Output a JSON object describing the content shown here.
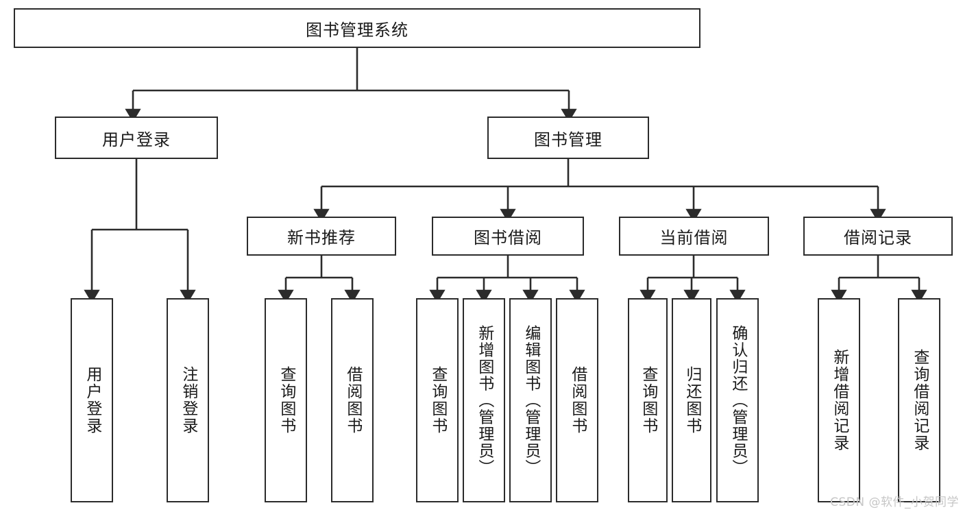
{
  "diagram": {
    "type": "tree-hierarchy-chart",
    "title": "图书管理系统",
    "watermark": "CSDN @软件_小贺同学",
    "colors": {
      "stroke": "#2b2b2b",
      "text": "#1a1a1a",
      "background": "#ffffff",
      "watermark": "#c6c6c6"
    },
    "root": {
      "label": "图书管理系统"
    },
    "level2": [
      {
        "label": "用户登录"
      },
      {
        "label": "图书管理"
      }
    ],
    "level3": [
      {
        "label": "新书推荐"
      },
      {
        "label": "图书借阅"
      },
      {
        "label": "当前借阅"
      },
      {
        "label": "借阅记录"
      }
    ],
    "leaves": {
      "user_login": [
        {
          "label": "用户登录"
        },
        {
          "label": "注销登录"
        }
      ],
      "new_book": [
        {
          "label": "查询图书"
        },
        {
          "label": "借阅图书"
        }
      ],
      "book_borrow": [
        {
          "label": "查询图书"
        },
        {
          "label": "新增图书（管理员）"
        },
        {
          "label": "编辑图书（管理员）"
        },
        {
          "label": "借阅图书"
        }
      ],
      "current_borrow": [
        {
          "label": "查询图书"
        },
        {
          "label": "归还图书"
        },
        {
          "label": "确认归还（管理员）"
        }
      ],
      "borrow_record": [
        {
          "label": "新增借阅记录"
        },
        {
          "label": "查询借阅记录"
        }
      ]
    }
  }
}
